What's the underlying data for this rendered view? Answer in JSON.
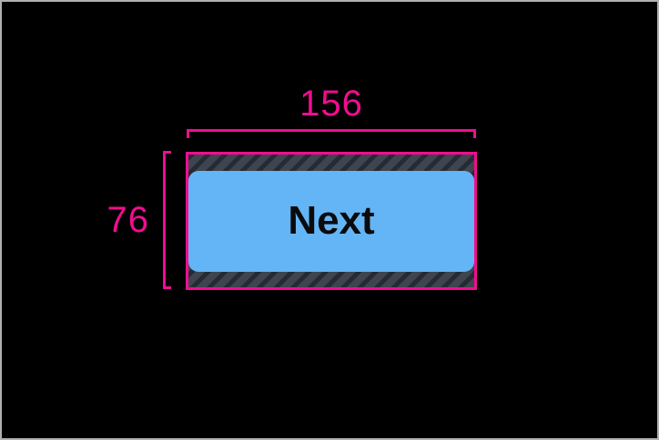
{
  "frame": {
    "background": "#000000",
    "border_color": "#b0b0b0"
  },
  "measurement": {
    "width_label": "156",
    "height_label": "76",
    "line_color": "#f10d90"
  },
  "measured_region": {
    "outline_color": "#f10d90",
    "padding_hatch": {
      "base_color": "#3e4550",
      "stripe_color": "#262b33"
    }
  },
  "button": {
    "label": "Next",
    "fill_color": "#64b5f6",
    "text_color": "#0b0b0c"
  }
}
